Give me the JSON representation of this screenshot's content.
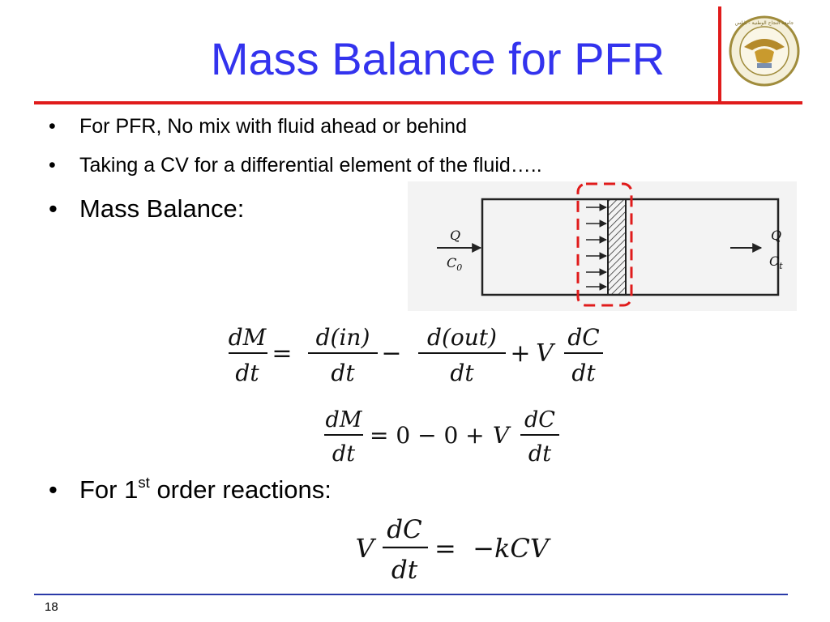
{
  "slide": {
    "title": "Mass Balance for PFR",
    "page_number": "18",
    "colors": {
      "title": "#3333ee",
      "rule": "#e01b1b",
      "footer_line": "#2a3aa8"
    }
  },
  "bullets": [
    {
      "text": "For PFR, No mix with fluid ahead or behind"
    },
    {
      "text": "Taking a CV for a differential element of the fluid….."
    },
    {
      "text": "Mass Balance:"
    },
    {
      "prefix": "For 1",
      "sup": "st",
      "suffix": " order reactions:"
    }
  ],
  "logo": {
    "icon": "university-seal-icon",
    "text": "جامعة النجاح الوطنية - نابلس"
  },
  "diagram": {
    "inlet_flow": "Q",
    "inlet_conc": "C",
    "inlet_conc_sub": "0",
    "outlet_flow": "Q",
    "outlet_conc": "C",
    "outlet_conc_sub": "t"
  },
  "equations": {
    "eq1": {
      "lhs_num": "dM",
      "lhs_den": "dt",
      "eq": "=",
      "t1_num": "d(in)",
      "t1_den": "dt",
      "minus": "−",
      "t2_num": "d(out)",
      "t2_den": "dt",
      "plus": "+",
      "coef": "V",
      "t3_num": "dC",
      "t3_den": "dt"
    },
    "eq2": {
      "lhs_num": "dM",
      "lhs_den": "dt",
      "rhs": "= 0 − 0 + ",
      "coef": "V",
      "t3_num": "dC",
      "t3_den": "dt"
    },
    "eq3": {
      "coef": "V",
      "num": "dC",
      "den": "dt",
      "rhs": "=  −kCV"
    }
  }
}
